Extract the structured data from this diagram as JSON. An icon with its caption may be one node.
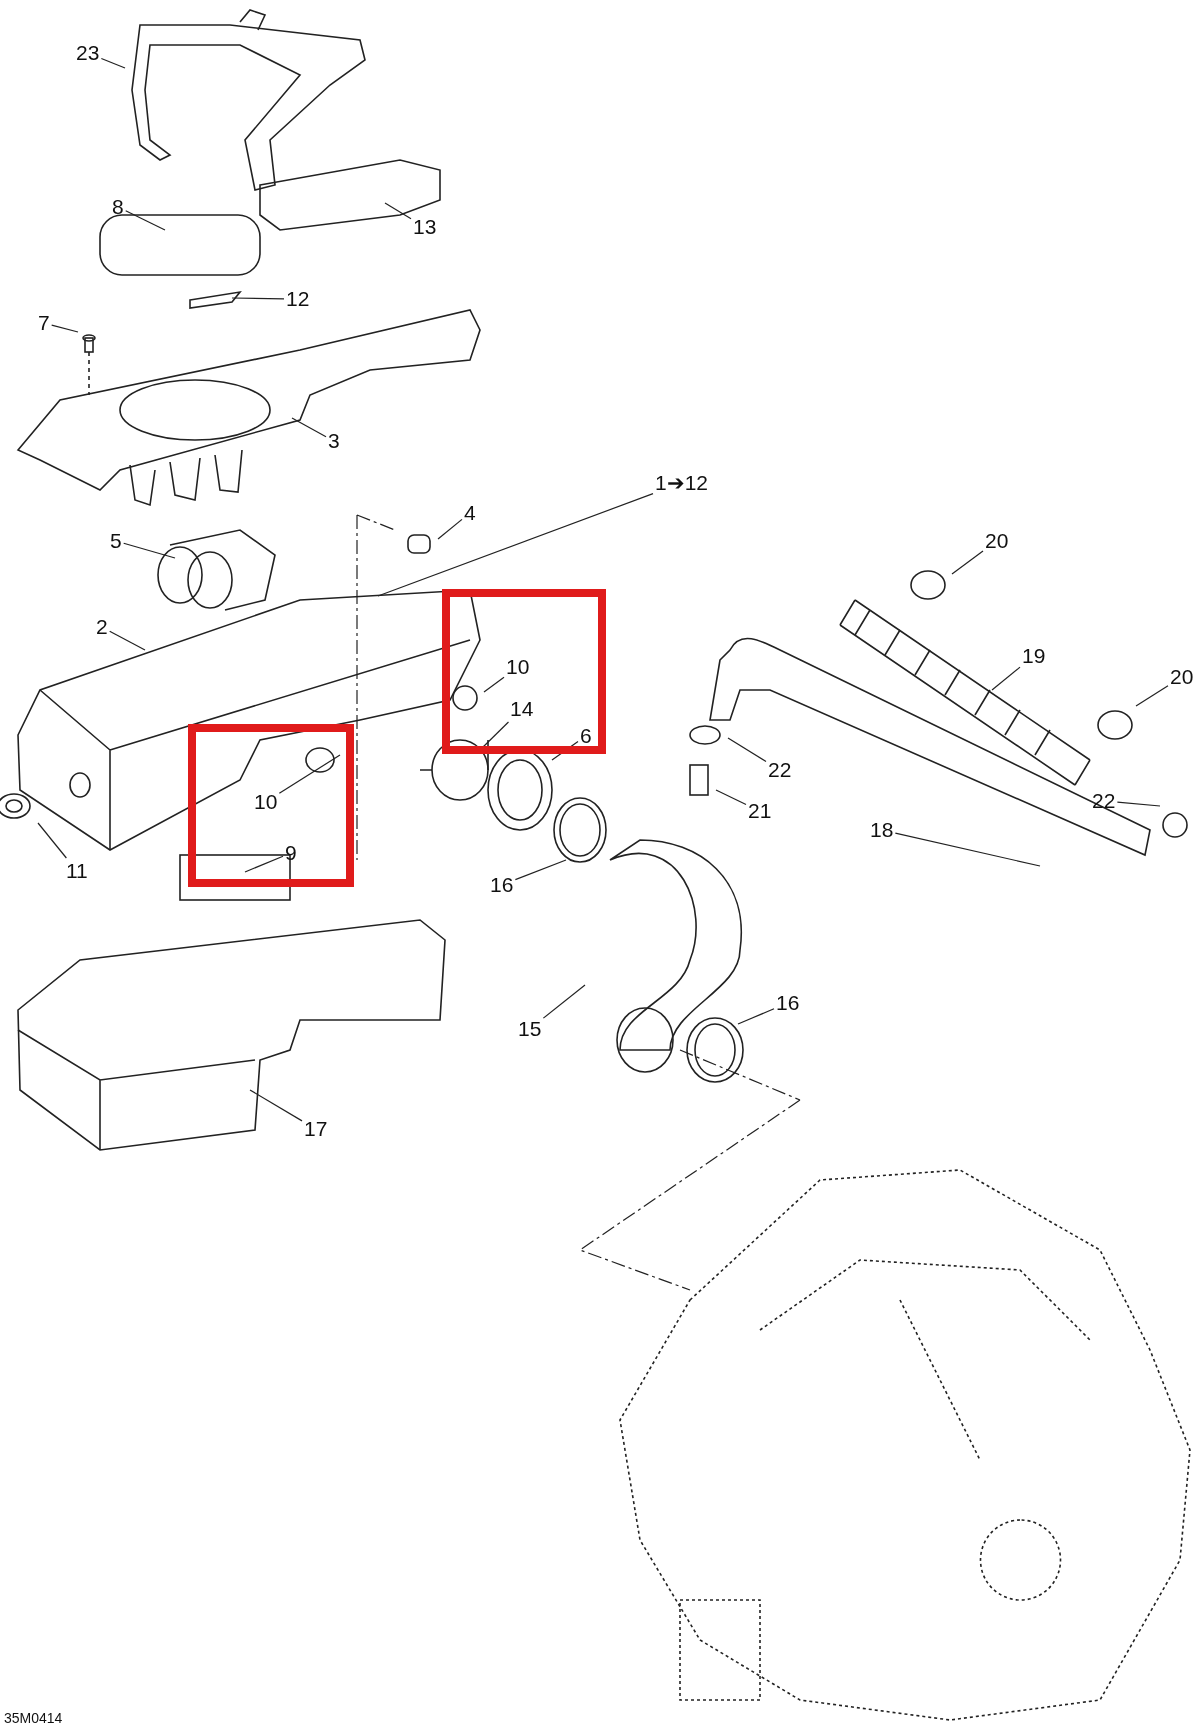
{
  "diagram": {
    "nodes": [
      {
        "text": [
          "23"
        ]
      },
      {
        "text": [
          "8"
        ]
      },
      {
        "text": [
          "13"
        ]
      },
      {
        "text": [
          "12"
        ]
      },
      {
        "text": [
          "7"
        ]
      },
      {
        "text": [
          "3"
        ]
      },
      {
        "text": [
          "1➔12"
        ]
      },
      {
        "text": [
          "4"
        ]
      },
      {
        "text": [
          "20"
        ]
      },
      {
        "text": [
          "5"
        ]
      },
      {
        "text": [],
        "shape": "box"
      },
      {
        "text": [
          "10"
        ],
        "in": 10
      },
      {
        "text": [
          "14"
        ],
        "in": 10
      },
      {
        "text": [
          "6"
        ],
        "in": 10
      },
      {
        "text": [
          "2"
        ]
      },
      {
        "text": [
          "19"
        ]
      },
      {
        "text": [
          "20"
        ]
      },
      {
        "text": [],
        "shape": "box"
      },
      {
        "text": [
          "10"
        ],
        "in": 17
      },
      {
        "text": [
          "9"
        ],
        "in": 17
      },
      {
        "text": [
          "22"
        ]
      },
      {
        "text": [
          "21"
        ]
      },
      {
        "text": [
          "22"
        ]
      },
      {
        "text": [
          "18"
        ]
      },
      {
        "text": [
          "11"
        ]
      },
      {
        "text": [
          "16"
        ]
      },
      {
        "text": [
          "15"
        ]
      },
      {
        "text": [
          "16"
        ]
      },
      {
        "text": [
          "17"
        ]
      }
    ],
    "edges": [
      {
        "from": 0,
        "to": null,
        "arrow": "none"
      },
      {
        "from": 1,
        "to": null,
        "arrow": "none"
      },
      {
        "from": 2,
        "to": null,
        "arrow": "none"
      },
      {
        "from": 3,
        "to": null,
        "arrow": "none"
      },
      {
        "from": 4,
        "to": null,
        "arrow": "none"
      },
      {
        "from": 5,
        "to": null,
        "arrow": "none"
      },
      {
        "from": 6,
        "to": null,
        "arrow": "none"
      },
      {
        "from": 7,
        "to": null,
        "arrow": "none"
      },
      {
        "from": 8,
        "to": null,
        "arrow": "none"
      },
      {
        "from": 9,
        "to": null,
        "arrow": "none"
      },
      {
        "from": 11,
        "to": null,
        "arrow": "none"
      },
      {
        "from": 12,
        "to": null,
        "arrow": "none"
      },
      {
        "from": 13,
        "to": null,
        "arrow": "none"
      },
      {
        "from": 14,
        "to": null,
        "arrow": "none"
      },
      {
        "from": 15,
        "to": null,
        "arrow": "none"
      },
      {
        "from": 16,
        "to": null,
        "arrow": "none"
      },
      {
        "from": 18,
        "to": null,
        "arrow": "none"
      },
      {
        "from": 19,
        "to": null,
        "arrow": "none"
      },
      {
        "from": 20,
        "to": null,
        "arrow": "none"
      },
      {
        "from": 21,
        "to": null,
        "arrow": "none"
      },
      {
        "from": 22,
        "to": null,
        "arrow": "none"
      },
      {
        "from": 23,
        "to": null,
        "arrow": "none"
      },
      {
        "from": 24,
        "to": null,
        "arrow": "none"
      },
      {
        "from": 25,
        "to": null,
        "arrow": "none"
      },
      {
        "from": 26,
        "to": null,
        "arrow": "none"
      },
      {
        "from": 27,
        "to": null,
        "arrow": "none"
      },
      {
        "from": 28,
        "to": null,
        "arrow": "none"
      }
    ],
    "labels": [
      "35M0414"
    ]
  }
}
